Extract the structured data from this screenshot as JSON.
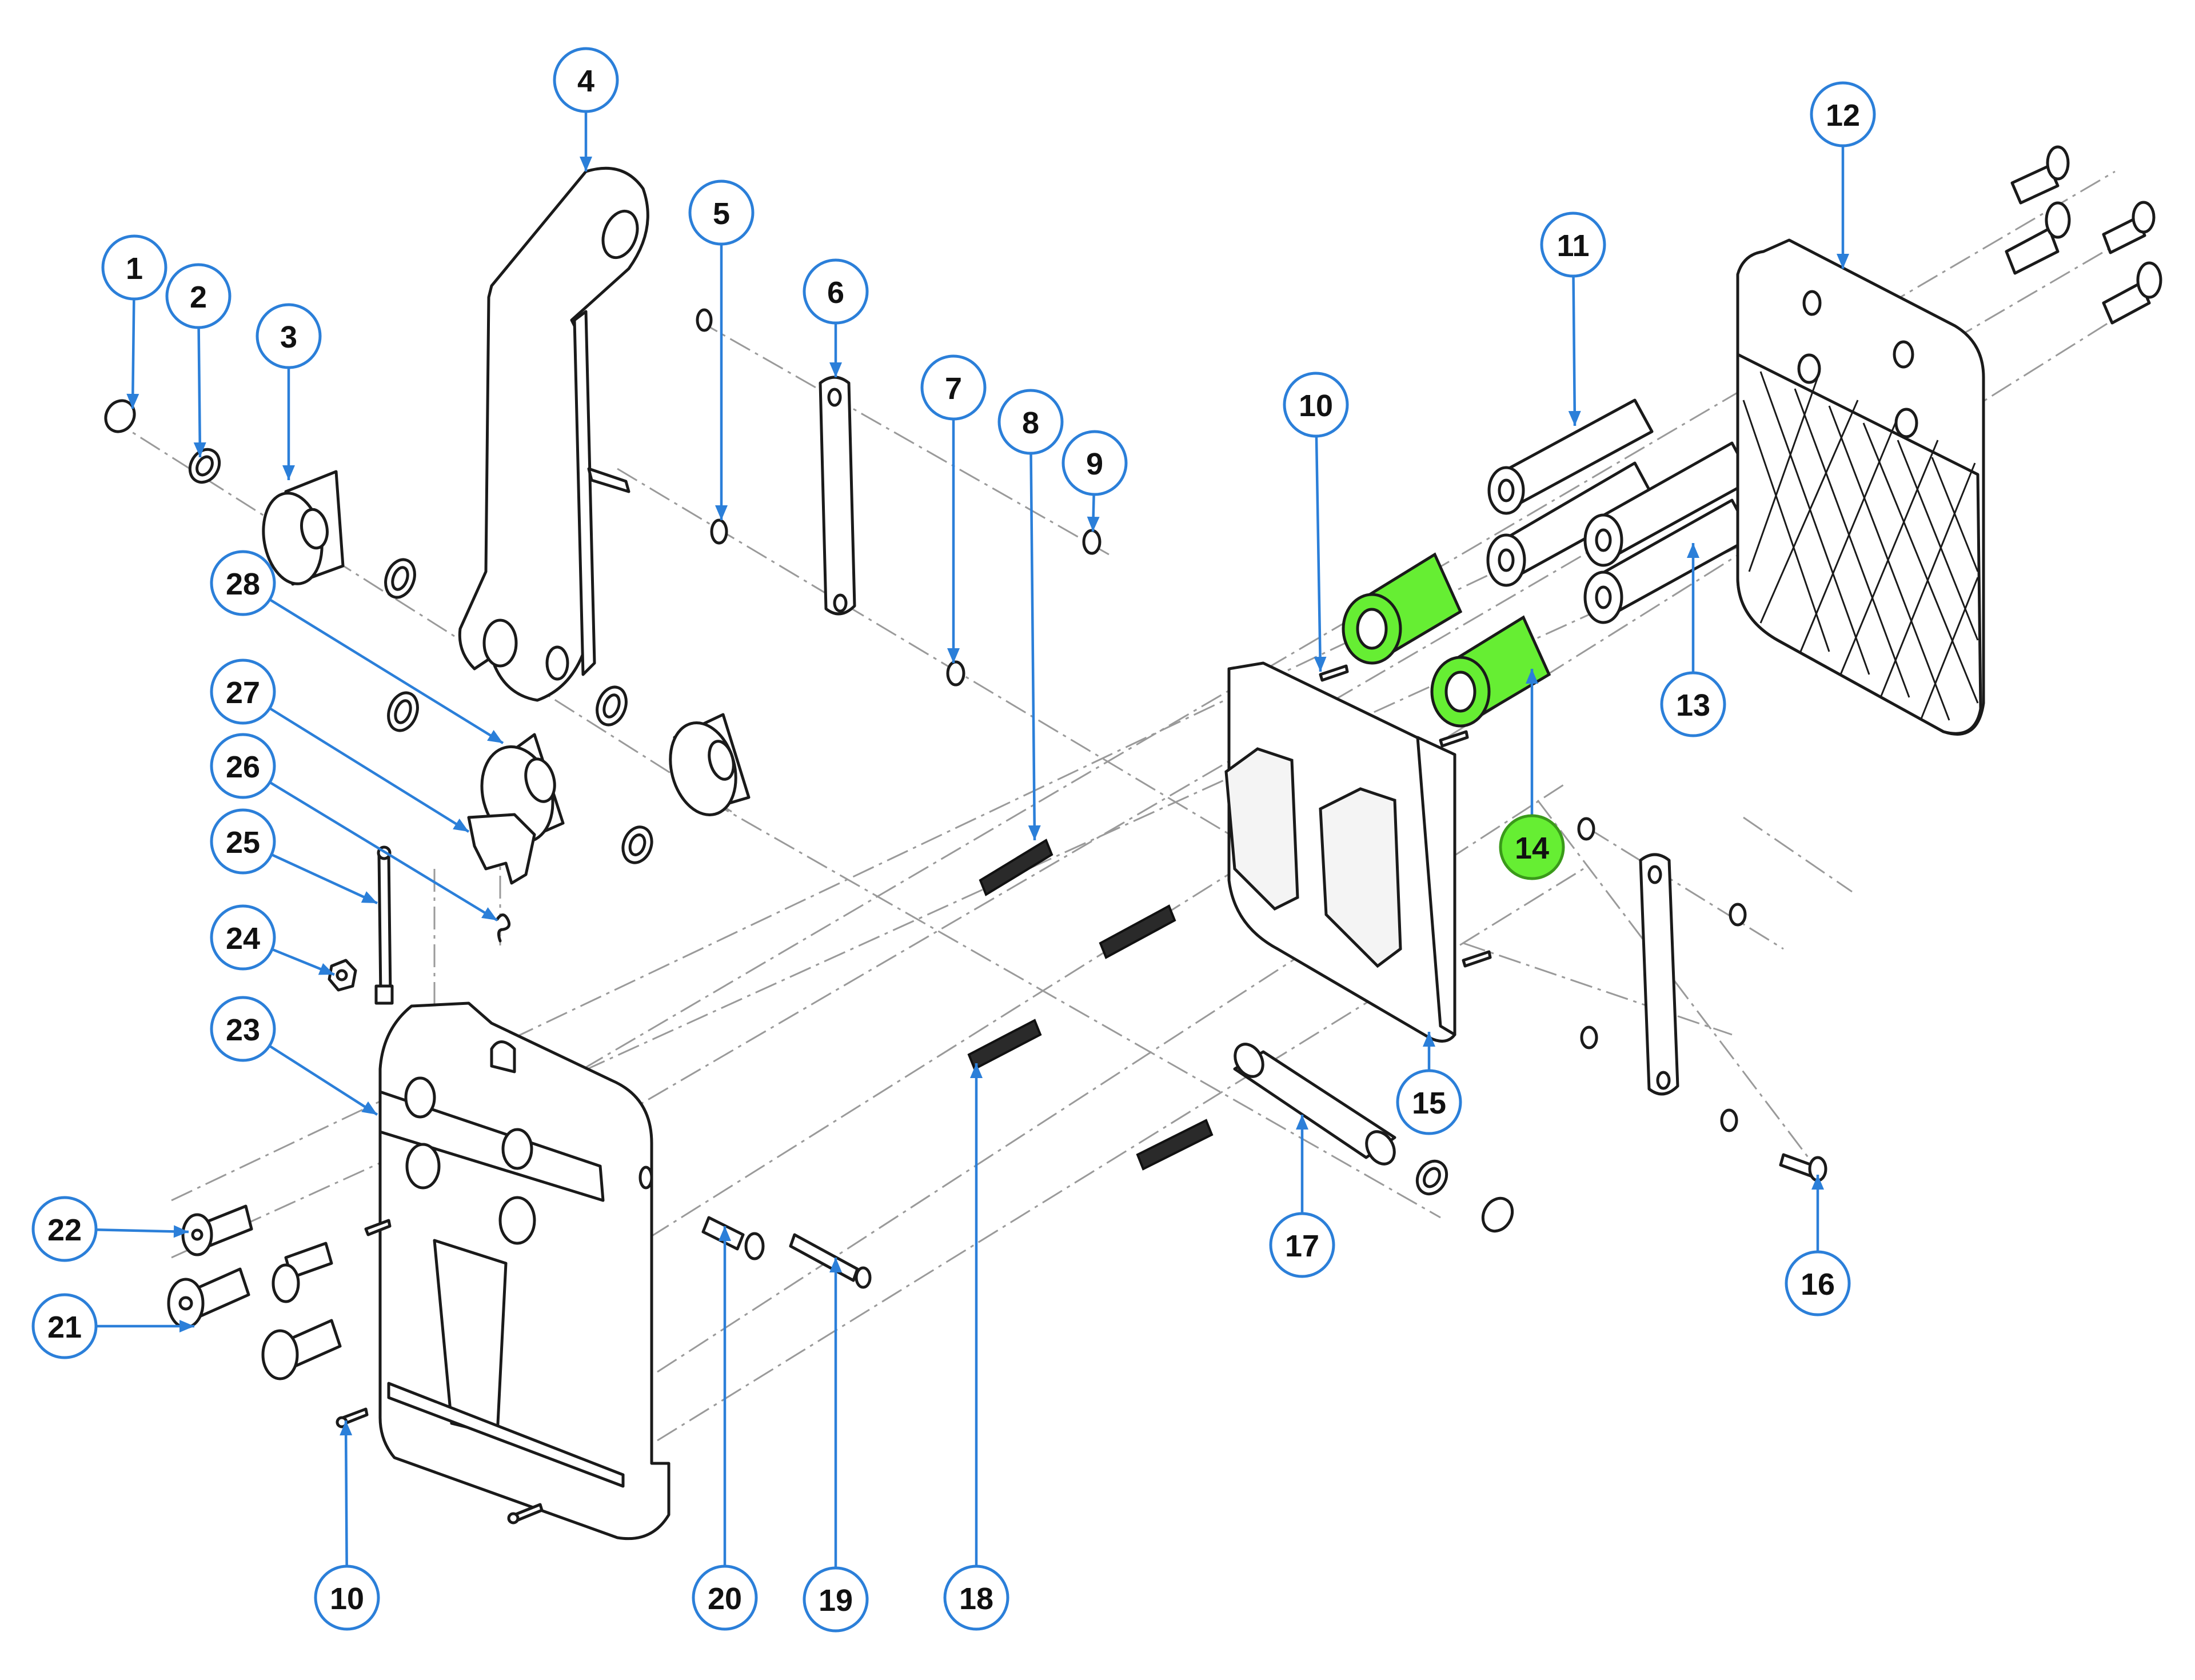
{
  "colors": {
    "callout_stroke": "#2b7fd9",
    "callout_fill": "#ffffff",
    "highlight_fill": "#66ee33",
    "highlight_stroke": "#3a9a1a",
    "line": "#1a1a1a"
  },
  "callouts": [
    {
      "num": "1",
      "highlight": false
    },
    {
      "num": "2",
      "highlight": false
    },
    {
      "num": "3",
      "highlight": false
    },
    {
      "num": "4",
      "highlight": false
    },
    {
      "num": "5",
      "highlight": false
    },
    {
      "num": "6",
      "highlight": false
    },
    {
      "num": "7",
      "highlight": false
    },
    {
      "num": "8",
      "highlight": false
    },
    {
      "num": "9",
      "highlight": false
    },
    {
      "num": "10",
      "highlight": false
    },
    {
      "num": "10",
      "highlight": false
    },
    {
      "num": "11",
      "highlight": false
    },
    {
      "num": "12",
      "highlight": false
    },
    {
      "num": "13",
      "highlight": false
    },
    {
      "num": "14",
      "highlight": true
    },
    {
      "num": "15",
      "highlight": false
    },
    {
      "num": "16",
      "highlight": false
    },
    {
      "num": "17",
      "highlight": false
    },
    {
      "num": "18",
      "highlight": false
    },
    {
      "num": "19",
      "highlight": false
    },
    {
      "num": "20",
      "highlight": false
    },
    {
      "num": "21",
      "highlight": false
    },
    {
      "num": "22",
      "highlight": false
    },
    {
      "num": "23",
      "highlight": false
    },
    {
      "num": "24",
      "highlight": false
    },
    {
      "num": "25",
      "highlight": false
    },
    {
      "num": "26",
      "highlight": false
    },
    {
      "num": "27",
      "highlight": false
    },
    {
      "num": "28",
      "highlight": false
    }
  ]
}
